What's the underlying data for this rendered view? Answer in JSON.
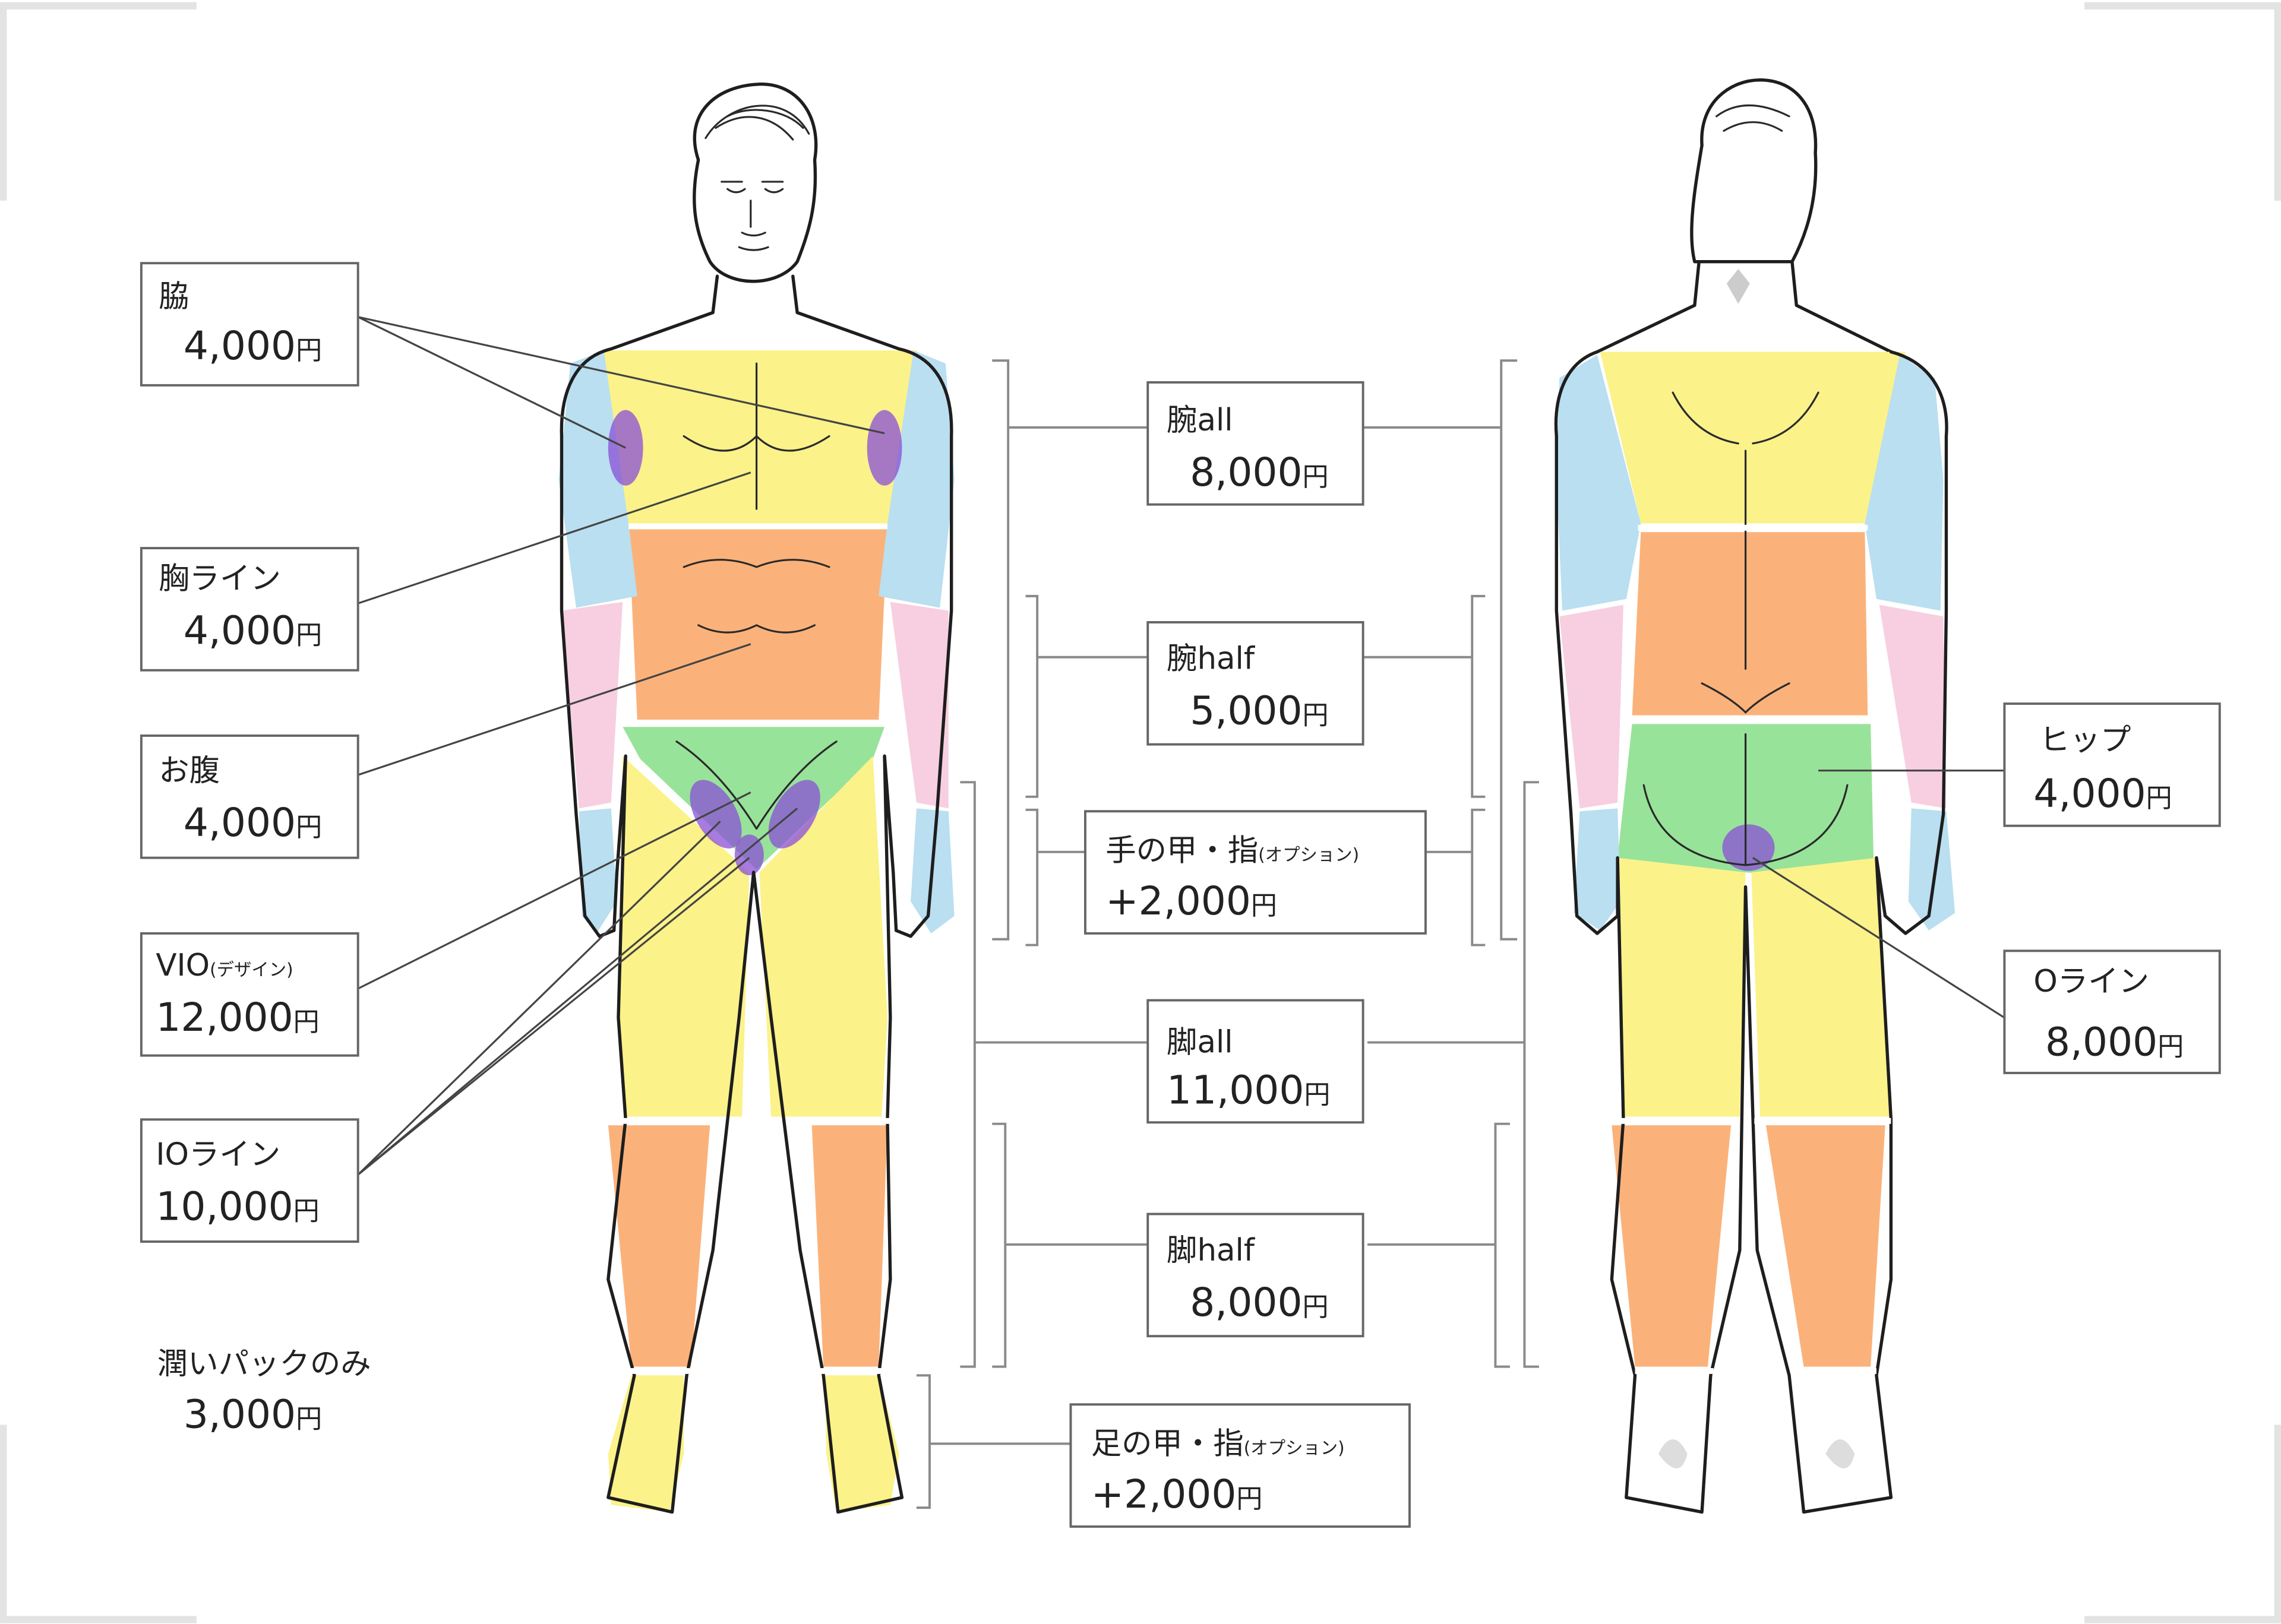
{
  "colors": {
    "upper_arm": "#b9dff0",
    "forearm": "#f7cfe0",
    "hand": "#b9dff0",
    "chest_back_upper": "#fbf28a",
    "abdomen_back_lower": "#fbb27a",
    "vio_hip": "#98e39a",
    "thigh": "#fbf28a",
    "lower_leg": "#fbb27a",
    "foot": "#fbf28a",
    "highlight_purple": "#8a4fd6",
    "label_border": "#666666",
    "bracket_line": "#8a8a8a"
  },
  "left_labels": [
    {
      "name": "脇",
      "note": "",
      "price": "4,000",
      "unit": "円"
    },
    {
      "name": "胸ライン",
      "note": "",
      "price": "4,000",
      "unit": "円"
    },
    {
      "name": "お腹",
      "note": "",
      "price": "4,000",
      "unit": "円"
    },
    {
      "name": "VIO",
      "note": "(デザイン)",
      "price": "12,000",
      "unit": "円"
    },
    {
      "name": "IOライン",
      "note": "",
      "price": "10,000",
      "unit": "円"
    }
  ],
  "standalone": {
    "name": "潤いパックのみ",
    "price": "3,000",
    "unit": "円"
  },
  "center_labels": [
    {
      "name": "腕all",
      "note": "",
      "price": "8,000",
      "unit": "円"
    },
    {
      "name": "腕half",
      "note": "",
      "price": "5,000",
      "unit": "円"
    },
    {
      "name": "手の甲・指",
      "note": "(オプション)",
      "price": "+2,000",
      "unit": "円"
    },
    {
      "name": "脚all",
      "note": "",
      "price": "11,000",
      "unit": "円"
    },
    {
      "name": "脚half",
      "note": "",
      "price": "8,000",
      "unit": "円"
    },
    {
      "name": "足の甲・指",
      "note": "(オプション)",
      "price": "+2,000",
      "unit": "円"
    }
  ],
  "right_labels": [
    {
      "name": "ヒップ",
      "note": "",
      "price": "4,000",
      "unit": "円"
    },
    {
      "name": "Oライン",
      "note": "",
      "price": "8,000",
      "unit": "円"
    }
  ]
}
